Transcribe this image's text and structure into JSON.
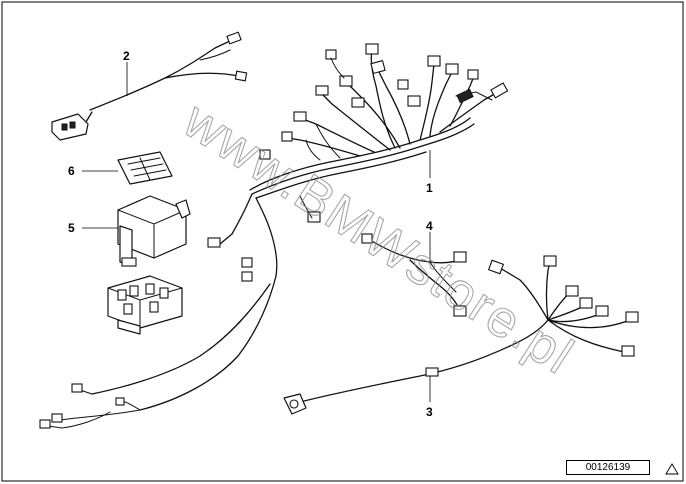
{
  "watermark": "www.BMWstore.pl",
  "document_id": "00126139",
  "callouts": [
    {
      "id": "1",
      "label": "1"
    },
    {
      "id": "2",
      "label": "2"
    },
    {
      "id": "3",
      "label": "3"
    },
    {
      "id": "4",
      "label": "4"
    },
    {
      "id": "5",
      "label": "5"
    },
    {
      "id": "6",
      "label": "6"
    }
  ],
  "icons": {
    "corner": "triangle-warning-icon"
  }
}
